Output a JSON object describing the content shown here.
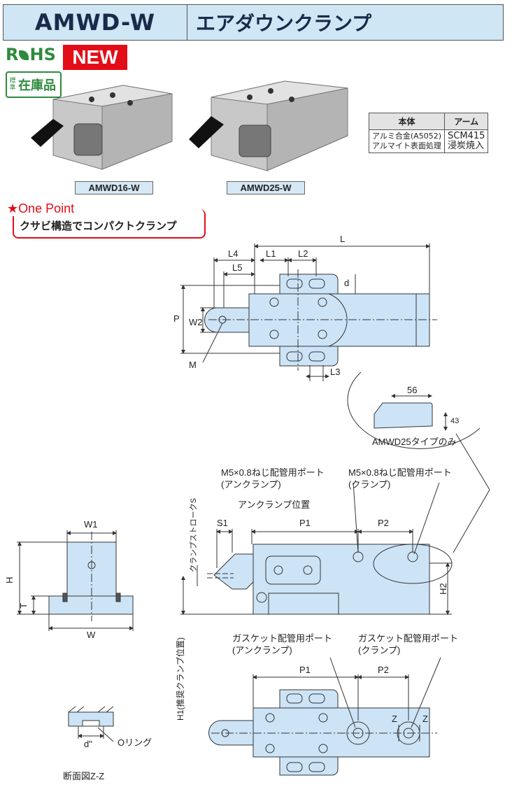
{
  "header": {
    "model": "AMWD-W",
    "title": "エアダウンクランプ"
  },
  "badges": {
    "rohs": "RoHS",
    "new": "NEW",
    "stock_small": "標準",
    "stock_big": "在庫品"
  },
  "products": [
    {
      "caption": "AMWD16-W"
    },
    {
      "caption": "AMWD25-W"
    }
  ],
  "material_table": {
    "headers": [
      "本体",
      "アーム"
    ],
    "body_line1": "アルミ合金(A5052)",
    "body_line2": "アルマイト表面処理",
    "arm_line1": "SCM415",
    "arm_line2": "浸炭焼入"
  },
  "one_point": {
    "label": "★One Point",
    "text": "クサビ構造でコンパクトクランプ"
  },
  "dims": {
    "L": "L",
    "L1": "L1",
    "L2": "L2",
    "L3": "L3",
    "L4": "L4",
    "L5": "L5",
    "P": "P",
    "W2": "W2",
    "M": "M",
    "d": "d",
    "W1": "W1",
    "W": "W",
    "H": "H",
    "T": "T",
    "S1": "S1",
    "P1": "P1",
    "P2": "P2",
    "H2": "H2",
    "Z": "Z",
    "dpp": "d\"",
    "stroke": "クランプストロークS",
    "h1": "H1(推奨クランプ位置)"
  },
  "detail": {
    "w": "56",
    "h": "43",
    "note": "AMWD25タイプのみ"
  },
  "ports": {
    "m5_unclamp_1": "M5×0.8ねじ配管用ポート",
    "m5_unclamp_2": "(アンクランプ)",
    "m5_clamp_1": "M5×0.8ねじ配管用ポート",
    "m5_clamp_2": "(クランプ)",
    "unclamp_pos": "アンクランプ位置",
    "gasket_unclamp_1": "ガスケット配管用ポート",
    "gasket_unclamp_2": "(アンクランプ)",
    "gasket_clamp_1": "ガスケット配管用ポート",
    "gasket_clamp_2": "(クランプ)"
  },
  "section": {
    "oring": "Oリング",
    "title": "断面図Z-Z"
  },
  "colors": {
    "accent_red": "#e30d18",
    "header_blue": "#cfe6f5",
    "part_blue": "#cde4f7",
    "rohs_green": "#2e8b3e"
  }
}
